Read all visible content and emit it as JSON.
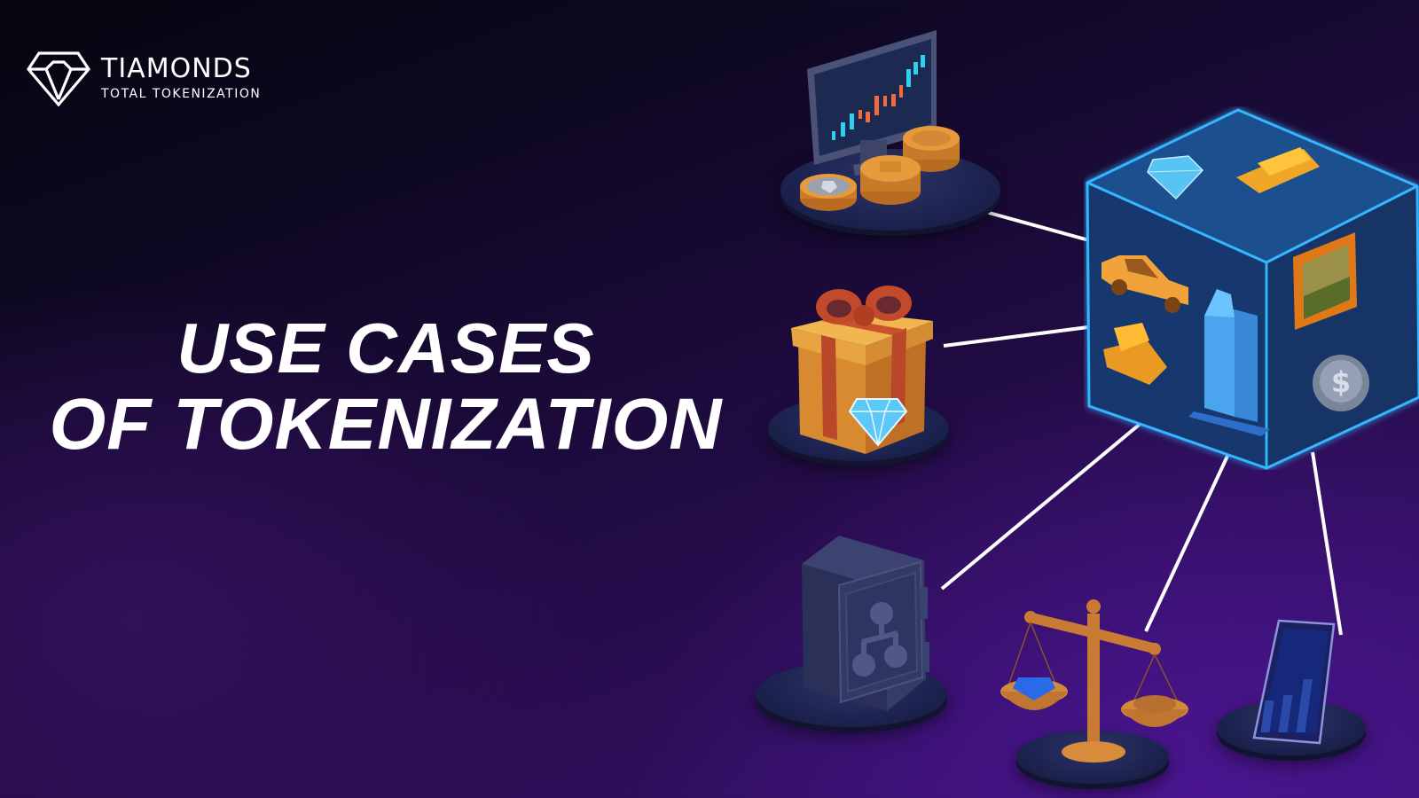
{
  "brand": {
    "name": "TIAMONDS",
    "tagline": "TOTAL TOKENIZATION",
    "logo_icon": "diamond-outline-icon"
  },
  "headline": {
    "line1": "USE CASES",
    "line2": "OF TOKENIZATION"
  },
  "illustrations": {
    "hub": {
      "name": "tokenization-cube",
      "contents": [
        "diamond",
        "gold-bar",
        "car",
        "painting",
        "gold-bar",
        "building",
        "dollar-coin"
      ]
    },
    "nodes": [
      {
        "name": "trading-monitor-with-coins",
        "icon": "trading-chart-icon"
      },
      {
        "name": "gift-box-with-diamond",
        "icon": "gift-icon"
      },
      {
        "name": "safe-vault",
        "icon": "vault-icon"
      },
      {
        "name": "balance-scale",
        "icon": "scale-icon"
      },
      {
        "name": "smartphone-chart",
        "icon": "phone-chart-icon"
      }
    ]
  },
  "colors": {
    "background_dark": "#07040f",
    "background_purple": "#3a1274",
    "cube_glow": "#2fa8ff",
    "gold": "#f0a626",
    "pedestal": "#1d2350",
    "text": "#ffffff"
  }
}
